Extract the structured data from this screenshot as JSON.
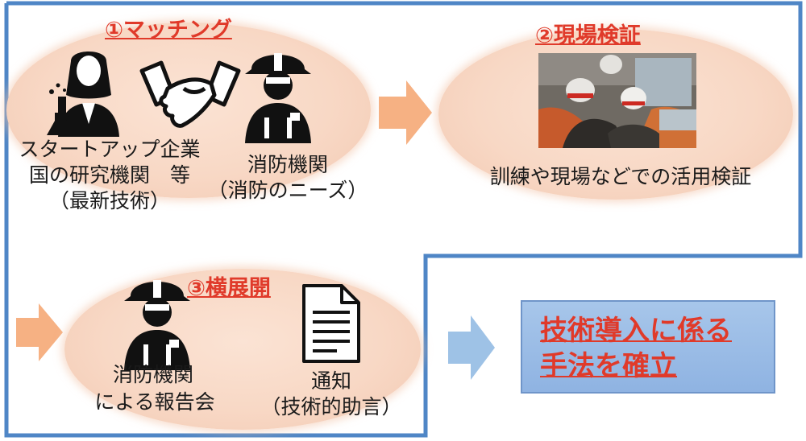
{
  "steps": [
    {
      "title": "①マッチング",
      "left_label": [
        "スタートアップ企業",
        "国の研究機関　等",
        "（最新技術）"
      ],
      "right_label": [
        "消防機関",
        "（消防のニーズ）"
      ]
    },
    {
      "title": "②現場検証",
      "caption": "訓練や現場などでの活用検証"
    },
    {
      "title": "③横展開",
      "left_label": [
        "消防機関",
        "による報告会"
      ],
      "right_label": [
        "通知",
        "（技術的助言）"
      ]
    }
  ],
  "result": {
    "lines": [
      "技術導入に係る",
      "手法を確立"
    ]
  },
  "icons": [
    "scientist-icon",
    "handshake-icon",
    "firefighter-icon",
    "photo-rescue-scene",
    "firefighter-icon",
    "document-icon"
  ],
  "colors": {
    "title_red": "#e03a2a",
    "frame_blue": "#4f86c6",
    "arrow_orange": "#f6b183",
    "arrow_blue": "#9ec2e6",
    "result_bg": "#9dbde6"
  }
}
